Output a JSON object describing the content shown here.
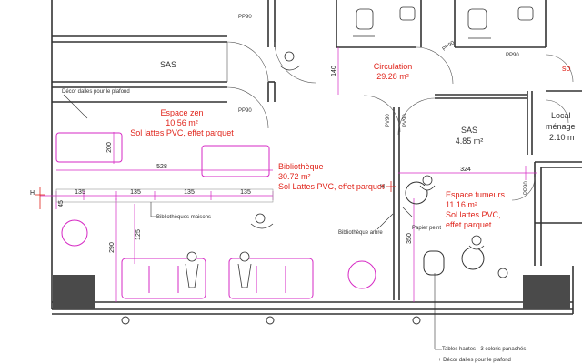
{
  "rooms": {
    "sas_top": "SAS",
    "circulation_name": "Circulation",
    "circulation_area": "29.28 m²",
    "sas_mid_name": "SAS",
    "sas_mid_area": "4.85 m²",
    "local_name": "Local",
    "local_sub": "ménage",
    "local_area": "2.10 m",
    "far_right_red": "so"
  },
  "zones": {
    "zen_name": "Espace zen",
    "zen_area": "10.56 m²",
    "zen_floor": "Sol lattes PVC, effet parquet",
    "biblio_name": "Bibliothèque",
    "biblio_area": "30.72 m²",
    "biblio_floor": "Sol Lattes PVC, effet parquet",
    "fumeurs_name": "Espace fumeurs",
    "fumeurs_area": "11.16 m²",
    "fumeurs_floor1": "Sol lattes PVC,",
    "fumeurs_floor2": "effet parquet"
  },
  "doors": [
    "PP90",
    "PP90",
    "PP90",
    "PP90",
    "PV90",
    "PV90",
    "PP90"
  ],
  "dimensions": {
    "d140": "140",
    "d200": "200",
    "d528": "528",
    "d135a": "135",
    "d135b": "135",
    "d135c": "135",
    "d135d": "135",
    "d45": "45",
    "d290": "290",
    "d125": "125",
    "d324": "324",
    "d350": "350",
    "h_mark": "H"
  },
  "notes": {
    "ceiling_top": "Décor dalles pour le plafond",
    "shelves": "Bibliothèques maisons",
    "tree_shelf": "Bibliothèque arbre",
    "wallpaper": "Papier peint",
    "tables_line1": "Tables hautes - 3 coloris panachés",
    "tables_line2": "+ Décor dalles pour le plafond"
  },
  "colors": {
    "accent": "#d629c4",
    "label_red": "#e0241b",
    "wall": "#333333"
  }
}
